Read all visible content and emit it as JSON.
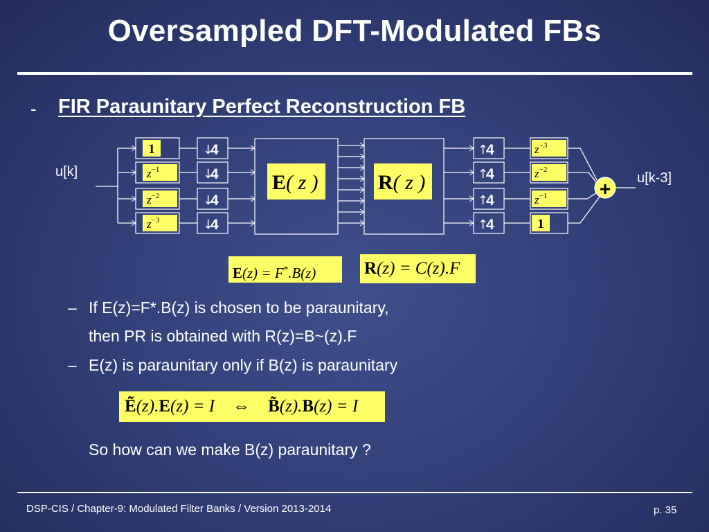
{
  "slide": {
    "title": "Oversampled  DFT-Modulated FBs",
    "bullet_dash": "-",
    "subtitle": "FIR Paraunitary Perfect Reconstruction FB"
  },
  "diagram": {
    "input_label": "u[k]",
    "output_label": "u[k-3]",
    "analysis_delays": [
      "1",
      "z",
      "z",
      "z"
    ],
    "analysis_delay_exps": [
      "",
      "−1",
      "−2",
      "−3"
    ],
    "down_label": "4",
    "down_arrow": "↓",
    "analysis_matrix": "E",
    "synthesis_matrix": "R",
    "matrix_arg": "( z )",
    "up_label": "4",
    "up_arrow": "↑",
    "synthesis_delays": [
      "z",
      "z",
      "z",
      "1"
    ],
    "synthesis_delay_exps": [
      "−3",
      "−2",
      "−1",
      ""
    ],
    "adder_symbol": "+"
  },
  "equations": {
    "eq1_E": "E",
    "eq1_rest": "(z) = F",
    "eq1_sup": "*",
    "eq1_tail": ".B(z)",
    "eq2_R": "R",
    "eq2_rest": "(z) = C(z).F",
    "eq3_Et": "Ẽ",
    "eq3_a": "(z).",
    "eq3_E": "E",
    "eq3_b": "(z) = I",
    "eq3_iff": "⇔",
    "eq3_Bt": "B̃",
    "eq3_c": "(z).",
    "eq3_B": "B",
    "eq3_d": "(z) = I"
  },
  "body": {
    "dash": "–",
    "line1": "If E(z)=F*.B(z) is chosen to be paraunitary,",
    "line2": "then PR is obtained with R(z)=B~(z).F",
    "line3": "E(z) is paraunitary only if B(z) is paraunitary",
    "line4": "So how can we make B(z) paraunitary ?"
  },
  "footer": {
    "left": "DSP-CIS  /  Chapter-9: Modulated Filter Banks  /  Version 2013-2014",
    "right": "p. 35"
  }
}
